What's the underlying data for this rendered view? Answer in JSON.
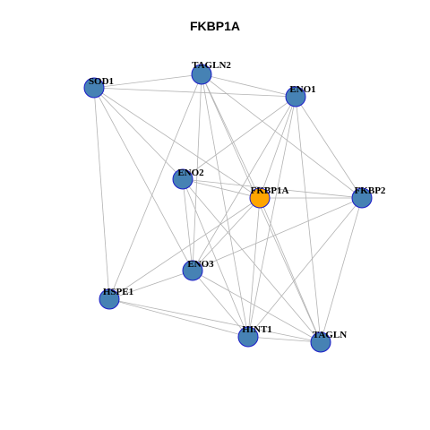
{
  "title": "FKBP1A",
  "colors": {
    "node_default": "#4682B4",
    "node_highlight": "#FFA500",
    "node_border": "#1c1cc9",
    "edge": "#b3b3b3"
  },
  "network": {
    "nodes": [
      {
        "id": "SOD1",
        "label": "SOD1",
        "highlight": false
      },
      {
        "id": "TAGLN2",
        "label": "TAGLN2",
        "highlight": false
      },
      {
        "id": "ENO1",
        "label": "ENO1",
        "highlight": false
      },
      {
        "id": "ENO2",
        "label": "ENO2",
        "highlight": false
      },
      {
        "id": "FKBP1A",
        "label": "FKBP1A",
        "highlight": true
      },
      {
        "id": "FKBP2",
        "label": "FKBP2",
        "highlight": false
      },
      {
        "id": "ENO3",
        "label": "ENO3",
        "highlight": false
      },
      {
        "id": "HSPE1",
        "label": "HSPE1",
        "highlight": false
      },
      {
        "id": "HINT1",
        "label": "HINT1",
        "highlight": false
      },
      {
        "id": "TAGLN",
        "label": "TAGLN",
        "highlight": false
      }
    ],
    "edges": [
      [
        "SOD1",
        "TAGLN2"
      ],
      [
        "SOD1",
        "ENO1"
      ],
      [
        "SOD1",
        "ENO2"
      ],
      [
        "SOD1",
        "FKBP1A"
      ],
      [
        "SOD1",
        "HSPE1"
      ],
      [
        "SOD1",
        "ENO3"
      ],
      [
        "TAGLN2",
        "ENO1"
      ],
      [
        "TAGLN2",
        "FKBP2"
      ],
      [
        "TAGLN2",
        "ENO3"
      ],
      [
        "TAGLN2",
        "HINT1"
      ],
      [
        "TAGLN2",
        "HSPE1"
      ],
      [
        "TAGLN2",
        "TAGLN"
      ],
      [
        "TAGLN2",
        "FKBP1A"
      ],
      [
        "ENO1",
        "ENO2"
      ],
      [
        "ENO1",
        "FKBP2"
      ],
      [
        "ENO1",
        "ENO3"
      ],
      [
        "ENO1",
        "HINT1"
      ],
      [
        "ENO1",
        "TAGLN"
      ],
      [
        "ENO1",
        "FKBP1A"
      ],
      [
        "ENO2",
        "FKBP1A"
      ],
      [
        "ENO2",
        "FKBP2"
      ],
      [
        "ENO2",
        "ENO3"
      ],
      [
        "ENO2",
        "HINT1"
      ],
      [
        "ENO2",
        "TAGLN"
      ],
      [
        "FKBP1A",
        "FKBP2"
      ],
      [
        "FKBP1A",
        "ENO3"
      ],
      [
        "FKBP1A",
        "HSPE1"
      ],
      [
        "FKBP1A",
        "HINT1"
      ],
      [
        "FKBP1A",
        "TAGLN"
      ],
      [
        "FKBP2",
        "ENO3"
      ],
      [
        "FKBP2",
        "HINT1"
      ],
      [
        "FKBP2",
        "TAGLN"
      ],
      [
        "ENO3",
        "HSPE1"
      ],
      [
        "ENO3",
        "HINT1"
      ],
      [
        "ENO3",
        "TAGLN"
      ],
      [
        "HSPE1",
        "HINT1"
      ],
      [
        "HSPE1",
        "TAGLN"
      ],
      [
        "HINT1",
        "TAGLN"
      ]
    ]
  }
}
